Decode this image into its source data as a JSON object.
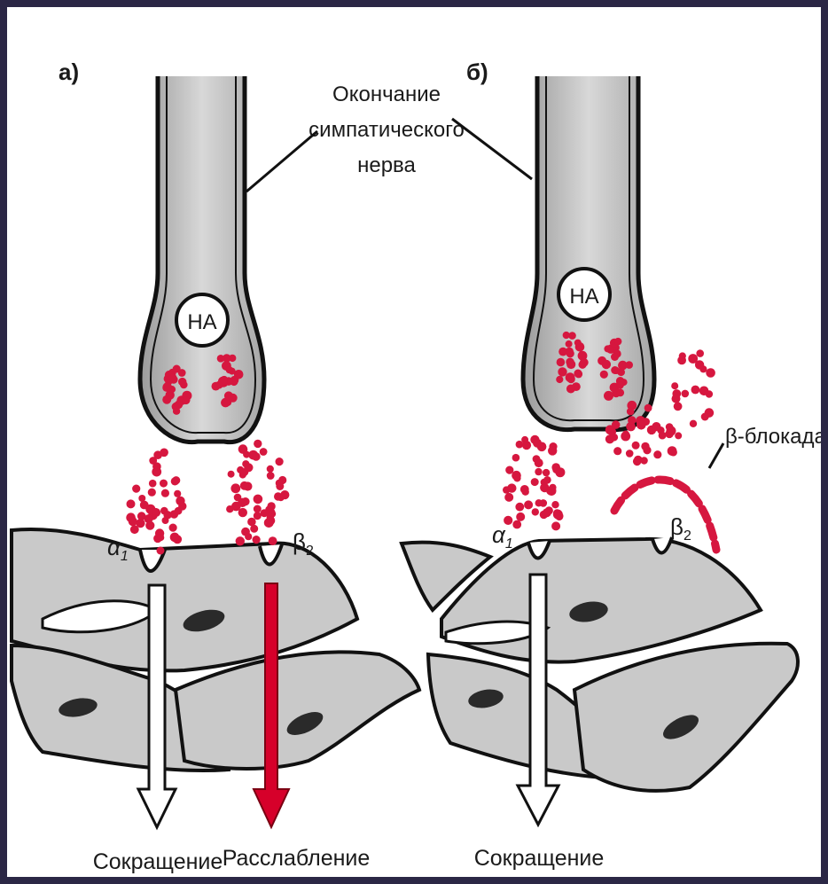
{
  "panels": {
    "a": {
      "letter": "а)",
      "vesicle": "НА",
      "receptor1": "α",
      "receptor1_sub": "1",
      "receptor2": "β",
      "receptor2_sub": "2",
      "outcome1": "Сокращение",
      "outcome2": "Расслабление"
    },
    "b": {
      "letter": "б)",
      "vesicle": "НА",
      "receptor1": "α",
      "receptor1_sub": "1",
      "receptor2": "β",
      "receptor2_sub": "2",
      "blockade": "β-блокада",
      "outcome1": "Сокращение"
    }
  },
  "nerve_label": {
    "line1": "Окончание",
    "line2": "симпатического",
    "line3": "нерва"
  },
  "colors": {
    "frame": "#2b2745",
    "transmitter": "#d6173f",
    "relax_arrow": "#d6002a",
    "tissue": "#c9c9c9",
    "outline": "#111111"
  }
}
